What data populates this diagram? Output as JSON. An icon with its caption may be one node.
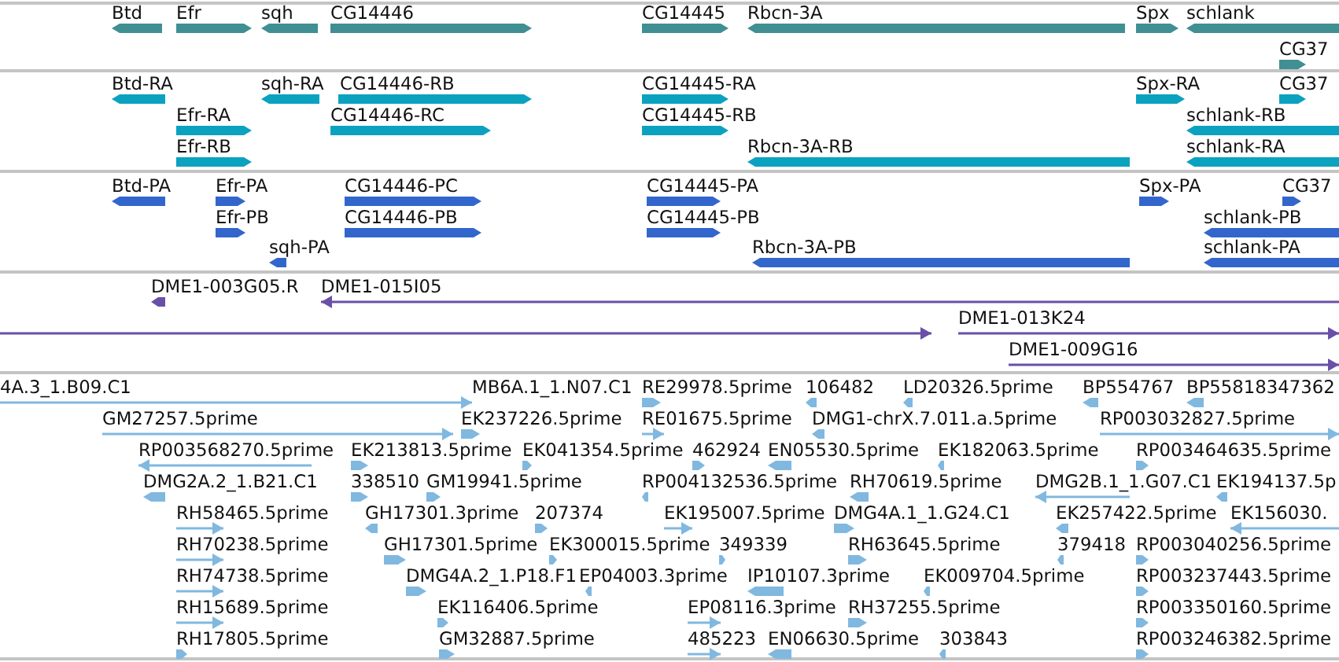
{
  "diagram": {
    "labels": [
      "Btd",
      "Efr",
      "sqh",
      "CG14446",
      "CG14445",
      "Rbcn-3A",
      "Spx",
      "schlank",
      "CG37",
      "Btd-RA",
      "sqh-RA",
      "CG14446-RB",
      "CG14445-RA",
      "Spx-RA",
      "CG37",
      "Efr-RA",
      "CG14446-RC",
      "CG14445-RB",
      "schlank-RB",
      "Efr-RB",
      "Rbcn-3A-RB",
      "schlank-RA",
      "Btd-PA",
      "Efr-PA",
      "CG14446-PC",
      "CG14445-PA",
      "Spx-PA",
      "CG37",
      "Efr-PB",
      "CG14446-PB",
      "CG14445-PB",
      "schlank-PB",
      "sqh-PA",
      "Rbcn-3A-PB",
      "schlank-PA",
      "DME1-003G05.R",
      "DME1-015I05",
      "DME1-013K24",
      "DME1-009G16",
      "4A.3_1.B09.C1",
      "MB6A.1_1.N07.C1",
      "RE29978.5prime",
      "106482",
      "LD20326.5prime",
      "BP554767",
      "BP55818347362",
      "GM27257.5prime",
      "EK237226.5prime",
      "RE01675.5prime",
      "DMG1-chrX.7.011.a.5prime",
      "RP003032827.5prime",
      "RP003568270.5prime",
      "EK213813.5prime",
      "EK041354.5prime",
      "462924",
      "EN05530.5prime",
      "EK182063.5prime",
      "RP003464635.5prime",
      "DMG2A.2_1.B21.C1",
      "338510",
      "GM19941.5prime",
      "RP004132536.5prime",
      "RH70619.5prime",
      "DMG2B.1_1.G07.C1",
      "EK194137.5p",
      "RH58465.5prime",
      "GH17301.3prime",
      "207374",
      "EK195007.5prime",
      "DMG4A.1_1.G24.C1",
      "EK257422.5prime",
      "EK156030.",
      "RH70238.5prime",
      "GH17301.5prime",
      "EK300015.5prime",
      "349339",
      "RH63645.5prime",
      "379418",
      "RP003040256.5prime",
      "RH74738.5prime",
      "DMG4A.2_1.P18.F1",
      "EP04003.3prime",
      "IP10107.3prime",
      "EK009704.5prime",
      "RP003237443.5prime",
      "RH15689.5prime",
      "EK116406.5prime",
      "EP08116.3prime",
      "RH37255.5prime",
      "RP003350160.5prime",
      "RH17805.5prime",
      "GM32887.5prime",
      "485223",
      "EN06630.5prime",
      "303843",
      "RP003246382.5prime"
    ]
  }
}
